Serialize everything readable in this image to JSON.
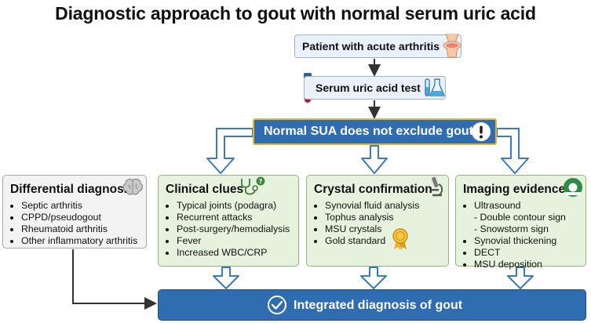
{
  "title": "Diagnostic approach to gout with normal serum uric acid",
  "steps": {
    "patient": "Patient with acute arthritis",
    "serum": "Serum uric acid test",
    "normal": "Normal SUA does not exclude gout"
  },
  "differential": {
    "heading": "Differential diagnosis",
    "items": [
      "Septic arthritis",
      "CPPD/pseudogout",
      "Rheumatoid arthritis",
      "Other inflammatory arthritis"
    ]
  },
  "clinical": {
    "heading": "Clinical clues",
    "items": [
      "Typical joints (podagra)",
      "Recurrent attacks",
      "Post-surgery/hemodialysis",
      "Fever",
      "Increased WBC/CRP"
    ]
  },
  "crystal": {
    "heading": "Crystal confirmation",
    "items": [
      "Synovial fluid analysis",
      "Tophus analysis",
      "MSU crystals",
      "Gold standard"
    ]
  },
  "imaging": {
    "heading": "Imaging evidence",
    "items": [
      "Ultrasound",
      "- Double contour sign",
      "- Snowstorm sign",
      "Synovial thickening",
      "DECT",
      "MSU deposition"
    ]
  },
  "final": "Integrated diagnosis of gout",
  "colors": {
    "primary_blue": "#2f6db0",
    "accent_gold": "#e9b32a",
    "green_box": "#e6f2dd",
    "light_blue_box": "#eaf1fb",
    "grey_box": "#f3f3f3"
  }
}
